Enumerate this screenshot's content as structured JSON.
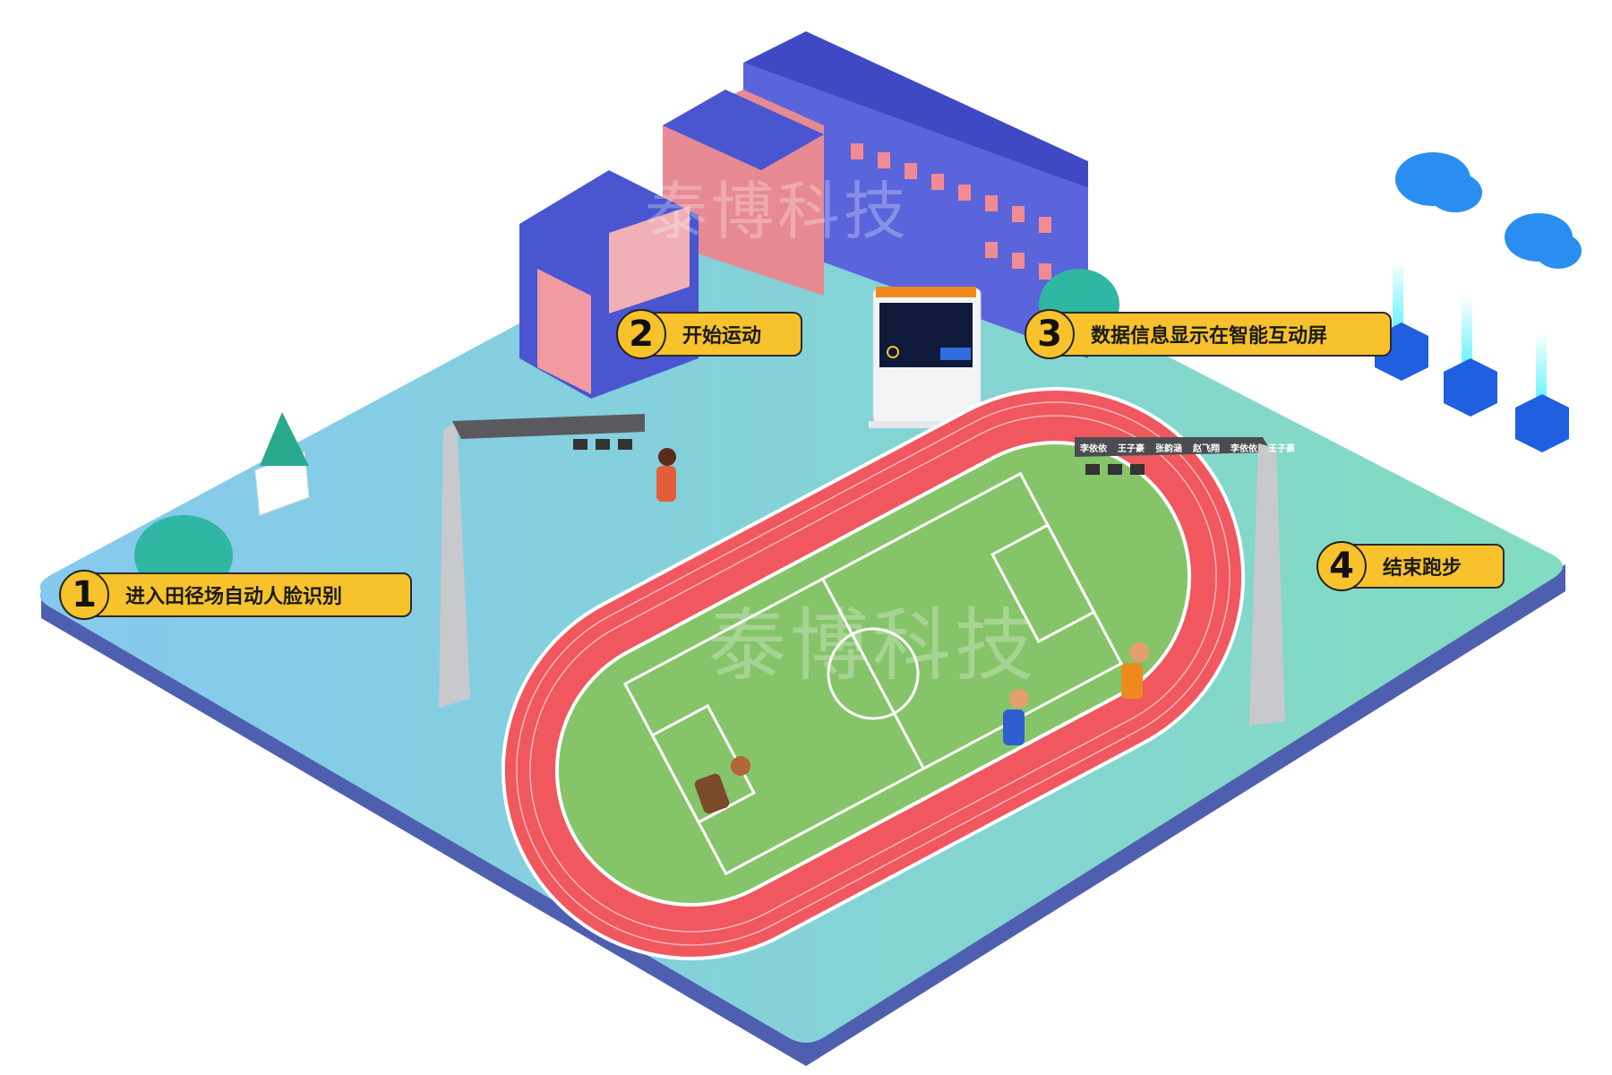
{
  "steps": [
    {
      "number": "1",
      "label": "进入田径场自动人脸识别"
    },
    {
      "number": "2",
      "label": "开始运动"
    },
    {
      "number": "3",
      "label": "数据信息显示在智能互动屏"
    },
    {
      "number": "4",
      "label": "结束跑步"
    }
  ],
  "gantry_names": [
    "李依依",
    "王子豪",
    "张韵涵",
    "赵飞翔",
    "李依依",
    "王子豪"
  ],
  "watermark": "泰博科技",
  "colors": {
    "badge": "#f7c22b",
    "platform_top": "#7fcfe0",
    "platform_side": "#4f5fb0",
    "track": "#f0575f",
    "field": "#86c46a",
    "building": "#4a55d0",
    "cloud": "#2a8ef0"
  }
}
